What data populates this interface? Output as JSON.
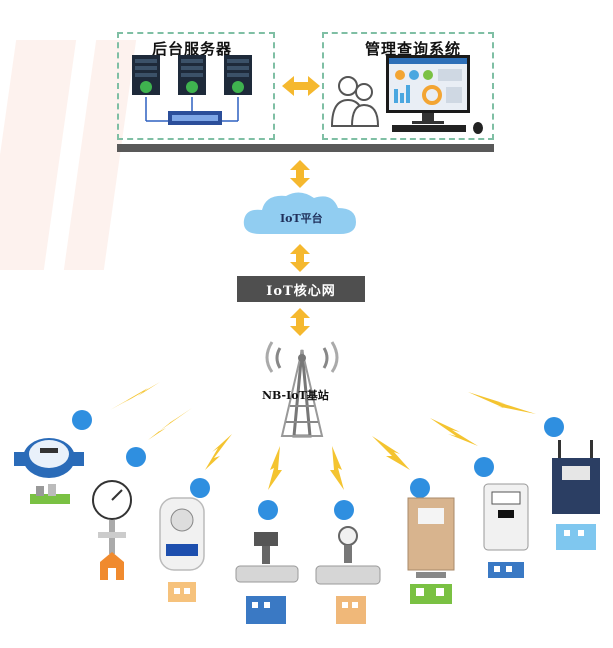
{
  "labels": {
    "backend_servers": "后台服务器",
    "management_system": "管理查询系统",
    "iot_platform": "IoT平台",
    "iot_core": "IoT核心网",
    "nb_station": "NB-IoT基站"
  },
  "colors": {
    "dashed_border": "#7fbfa4",
    "arrow": "#f5b82e",
    "bolt": "#f4c430",
    "wifi": "#2f8fe0",
    "cloud": "#7ec4ee",
    "core_bar": "#4f4f4f"
  },
  "devices": [
    {
      "name": "water-meter"
    },
    {
      "name": "pressure-gauge"
    },
    {
      "name": "smart-meter"
    },
    {
      "name": "flow-meter-small"
    },
    {
      "name": "flow-meter-large"
    },
    {
      "name": "cabinet-controller"
    },
    {
      "name": "electric-meter"
    },
    {
      "name": "gateway-device"
    }
  ]
}
